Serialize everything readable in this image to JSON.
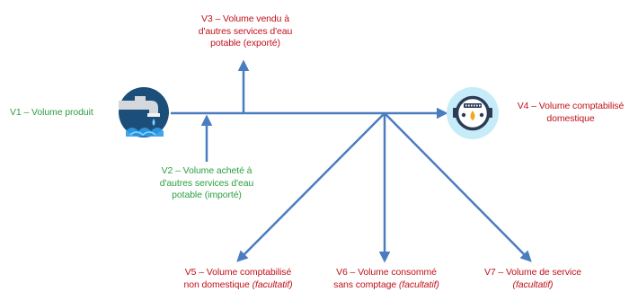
{
  "colors": {
    "arrow": "#4a7cc0",
    "input_text": "#2ea043",
    "output_text": "#c0121b",
    "tap_circle": "#1b4f7a",
    "meter_circle": "#c5ecf8"
  },
  "icons": {
    "source": "water-tap-icon",
    "meter": "water-meter-icon"
  },
  "labels": {
    "v1": {
      "text": "V1 – Volume produit"
    },
    "v2": {
      "lines": [
        "V2 – Volume acheté à",
        "d'autres services d'eau",
        "potable (importé)"
      ]
    },
    "v3": {
      "lines": [
        "V3 – Volume vendu à",
        "d'autres services d'eau",
        "potable (exporté)"
      ]
    },
    "v4": {
      "lines": [
        "V4 – Volume comptabilisé",
        "domestique"
      ]
    },
    "v5": {
      "line1": "V5 – Volume comptabilisé",
      "line2_main": "non domestique ",
      "line2_italic": "(facultatif)"
    },
    "v6": {
      "line1": "V6 – Volume consommé",
      "line2_main": "sans comptage ",
      "line2_italic": "(facultatif)"
    },
    "v7": {
      "line1": "V7 – Volume de service",
      "line2_italic": "(facultatif)"
    }
  }
}
